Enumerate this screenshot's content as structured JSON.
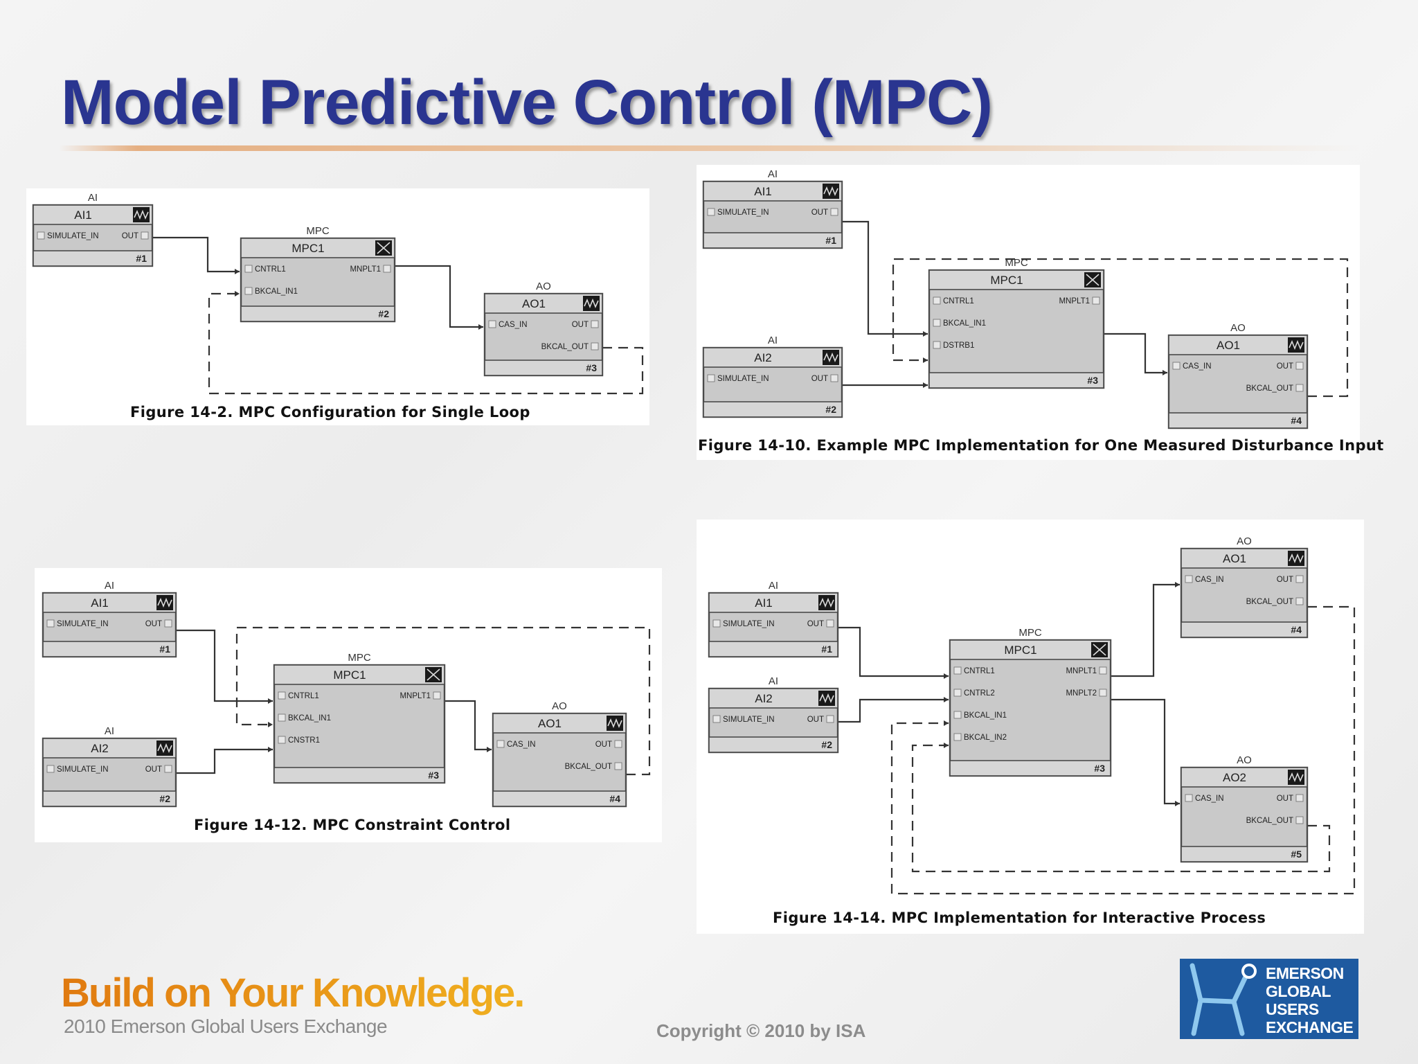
{
  "slide": {
    "title": "Model Predictive Control (MPC)"
  },
  "figures": [
    {
      "caption": "Figure 14-2. MPC Configuration for Single Loop",
      "blocks": [
        {
          "type": "AI",
          "name": "AI1",
          "ports_left": [
            "SIMULATE_IN"
          ],
          "ports_right": [
            "OUT"
          ],
          "number": "#1"
        },
        {
          "type": "MPC",
          "name": "MPC1",
          "ports_left": [
            "CNTRL1",
            "BKCAL_IN1"
          ],
          "ports_right": [
            "MNPLT1"
          ],
          "number": "#2"
        },
        {
          "type": "AO",
          "name": "AO1",
          "ports_left": [
            "CAS_IN"
          ],
          "ports_right": [
            "OUT",
            "BKCAL_OUT"
          ],
          "number": "#3"
        }
      ]
    },
    {
      "caption": "Figure 14-10. Example MPC Implementation for One Measured Disturbance Input",
      "blocks": [
        {
          "type": "AI",
          "name": "AI1",
          "ports_left": [
            "SIMULATE_IN"
          ],
          "ports_right": [
            "OUT"
          ],
          "number": "#1"
        },
        {
          "type": "AI",
          "name": "AI2",
          "ports_left": [
            "SIMULATE_IN"
          ],
          "ports_right": [
            "OUT"
          ],
          "number": "#2"
        },
        {
          "type": "MPC",
          "name": "MPC1",
          "ports_left": [
            "CNTRL1",
            "BKCAL_IN1",
            "DSTRB1"
          ],
          "ports_right": [
            "MNPLT1"
          ],
          "number": "#3"
        },
        {
          "type": "AO",
          "name": "AO1",
          "ports_left": [
            "CAS_IN"
          ],
          "ports_right": [
            "OUT",
            "BKCAL_OUT"
          ],
          "number": "#4"
        }
      ]
    },
    {
      "caption": "Figure 14-12. MPC Constraint Control",
      "blocks": [
        {
          "type": "AI",
          "name": "AI1",
          "ports_left": [
            "SIMULATE_IN"
          ],
          "ports_right": [
            "OUT"
          ],
          "number": "#1"
        },
        {
          "type": "AI",
          "name": "AI2",
          "ports_left": [
            "SIMULATE_IN"
          ],
          "ports_right": [
            "OUT"
          ],
          "number": "#2"
        },
        {
          "type": "MPC",
          "name": "MPC1",
          "ports_left": [
            "CNTRL1",
            "BKCAL_IN1",
            "CNSTR1"
          ],
          "ports_right": [
            "MNPLT1"
          ],
          "number": "#3"
        },
        {
          "type": "AO",
          "name": "AO1",
          "ports_left": [
            "CAS_IN"
          ],
          "ports_right": [
            "OUT",
            "BKCAL_OUT"
          ],
          "number": "#4"
        }
      ]
    },
    {
      "caption": "Figure 14-14. MPC Implementation for Interactive Process",
      "blocks": [
        {
          "type": "AI",
          "name": "AI1",
          "ports_left": [
            "SIMULATE_IN"
          ],
          "ports_right": [
            "OUT"
          ],
          "number": "#1"
        },
        {
          "type": "AI",
          "name": "AI2",
          "ports_left": [
            "SIMULATE_IN"
          ],
          "ports_right": [
            "OUT"
          ],
          "number": "#2"
        },
        {
          "type": "MPC",
          "name": "MPC1",
          "ports_left": [
            "CNTRL1",
            "CNTRL2",
            "BKCAL_IN1",
            "BKCAL_IN2"
          ],
          "ports_right": [
            "MNPLT1",
            "MNPLT2"
          ],
          "number": "#3"
        },
        {
          "type": "AO",
          "name": "AO1",
          "ports_left": [
            "CAS_IN"
          ],
          "ports_right": [
            "OUT",
            "BKCAL_OUT"
          ],
          "number": "#4"
        },
        {
          "type": "AO",
          "name": "AO2",
          "ports_left": [
            "CAS_IN"
          ],
          "ports_right": [
            "OUT",
            "BKCAL_OUT"
          ],
          "number": "#5"
        }
      ]
    }
  ],
  "footer": {
    "tagline": "Build on Your Knowledge.",
    "subtagline": "2010 Emerson Global Users Exchange",
    "copyright": "Copyright © 2010 by ISA",
    "logo_lines": [
      "EMERSON",
      "GLOBAL",
      "USERS",
      "EXCHANGE"
    ]
  },
  "colors": {
    "title": "#2a3590",
    "tagline": "#e08a1a",
    "logo_background": "#1e5aa0",
    "block_fill": "#c9c9c9"
  }
}
